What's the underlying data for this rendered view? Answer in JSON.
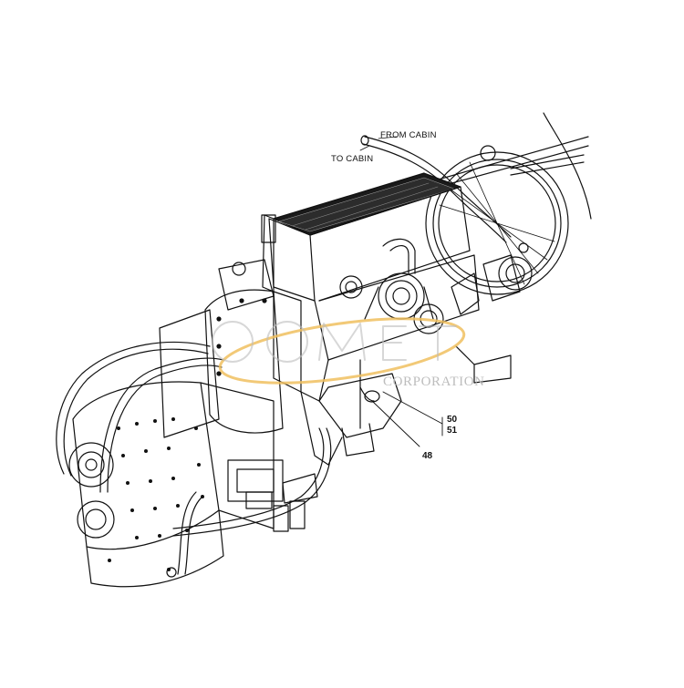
{
  "labels": {
    "from_cabin": "FROM CABIN",
    "to_cabin": "TO CABIN"
  },
  "callouts": {
    "part_50": "50",
    "part_51": "51",
    "part_48": "48"
  },
  "watermark": {
    "logo_text": "COMET",
    "tag_text": "CORPORATION",
    "ring_color": "#f0c060",
    "text_color": "#bdbdbd"
  },
  "colors": {
    "line": "#111111",
    "background": "#ffffff"
  }
}
